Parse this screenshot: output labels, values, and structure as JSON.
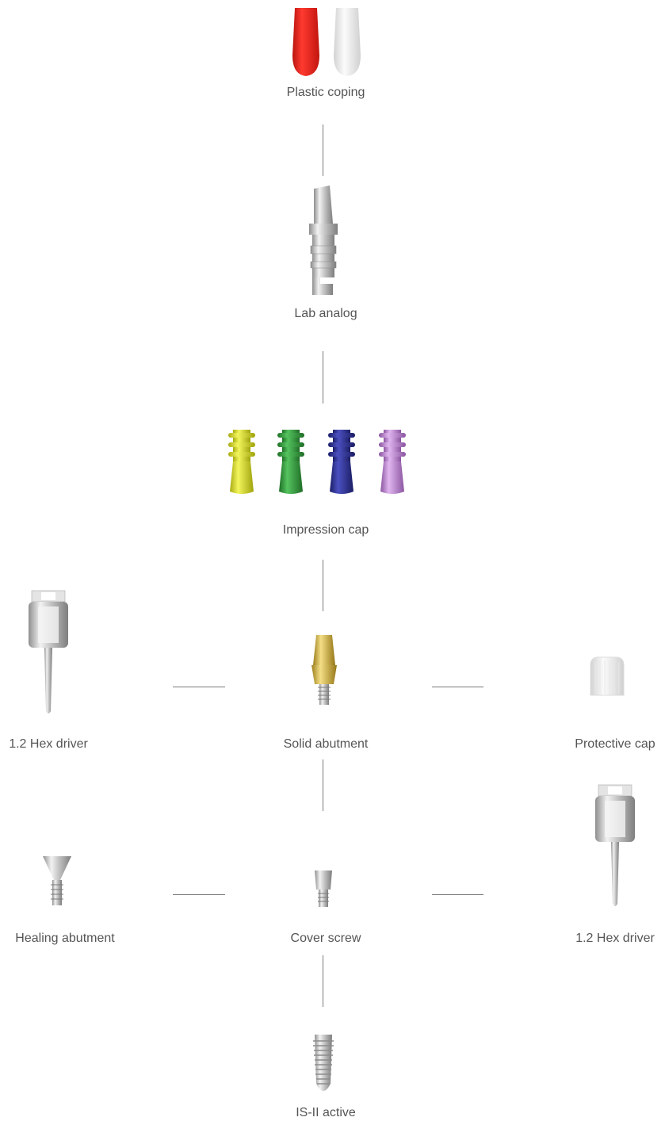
{
  "labels": {
    "plastic_coping": "Plastic coping",
    "lab_analog": "Lab analog",
    "impression_cap": "Impression cap",
    "hex_driver_left": "1.2 Hex driver",
    "solid_abutment": "Solid abutment",
    "protective_cap": "Protective cap",
    "healing_abutment": "Healing abutment",
    "cover_screw": "Cover screw",
    "hex_driver_right": "1.2 Hex driver",
    "implant": "IS-II active"
  },
  "colors": {
    "connector": "#7a7a7a",
    "label_text": "#555555",
    "coping_red": "#e0221f",
    "coping_white": "#eeeeee",
    "cap_yellow": "#d8dc1c",
    "cap_green": "#2f9a3a",
    "cap_blue": "#2b2f8f",
    "cap_purple": "#b77dcc",
    "abutment_gold": "#d6b84a",
    "metal": "#c8c8c8"
  },
  "icons": [
    "plastic-coping-icon",
    "lab-analog-icon",
    "impression-cap-icon",
    "hex-driver-icon",
    "solid-abutment-icon",
    "protective-cap-icon",
    "healing-abutment-icon",
    "cover-screw-icon",
    "implant-icon"
  ]
}
